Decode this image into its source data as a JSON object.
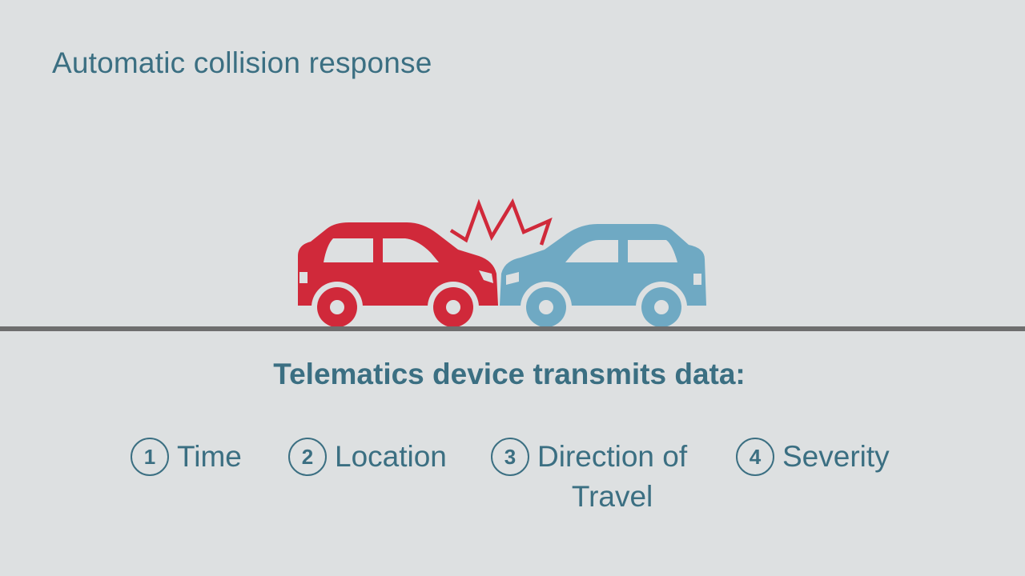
{
  "title": "Automatic collision response",
  "subtitle": "Telematics device transmits data:",
  "items": [
    {
      "number": "1",
      "label": "Time"
    },
    {
      "number": "2",
      "label": "Location"
    },
    {
      "number": "3",
      "label_line1": "Direction of",
      "label_line2": "Travel"
    },
    {
      "number": "4",
      "label": "Severity"
    }
  ],
  "colors": {
    "background": "#dde0e1",
    "accent_text": "#3b6f82",
    "red_car": "#d0293a",
    "blue_car": "#6fa9c3",
    "road": "#6e6e6e",
    "impact": "#d0293a"
  },
  "illustration": {
    "left_car": "red-car-icon",
    "right_car": "blue-car-icon",
    "impact": "crash-burst-icon"
  }
}
